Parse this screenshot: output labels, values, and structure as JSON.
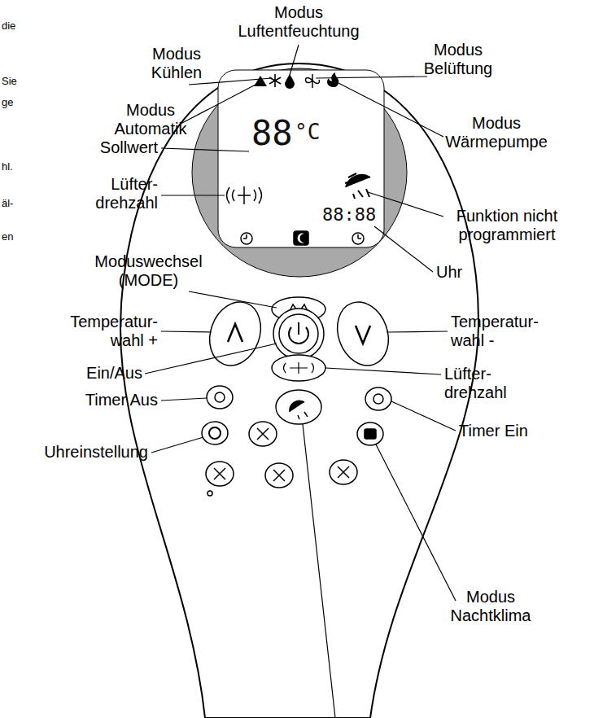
{
  "diagram": {
    "labels": [
      "Modus Luftentfeuchtung",
      "Modus Kühlen",
      "Modus Belüftung",
      "Modus Automatik",
      "Modus Wärmepumpe",
      "Sollwert",
      "Lüfter- drehzahl",
      "Funktion nicht programmiert",
      "Moduswechsel (MODE)",
      "Uhr",
      "Temperatur- wahl +",
      "Temperatur- wahl -",
      "Ein/Aus",
      "Lüfter- drehzahl",
      "Timer Aus",
      "Timer Ein",
      "Uhreinstellung",
      "Modus Nachtklima",
      "88",
      "°C",
      "88:88",
      "die",
      "Sie",
      "ge",
      "hl.",
      "äl-",
      "en"
    ]
  }
}
